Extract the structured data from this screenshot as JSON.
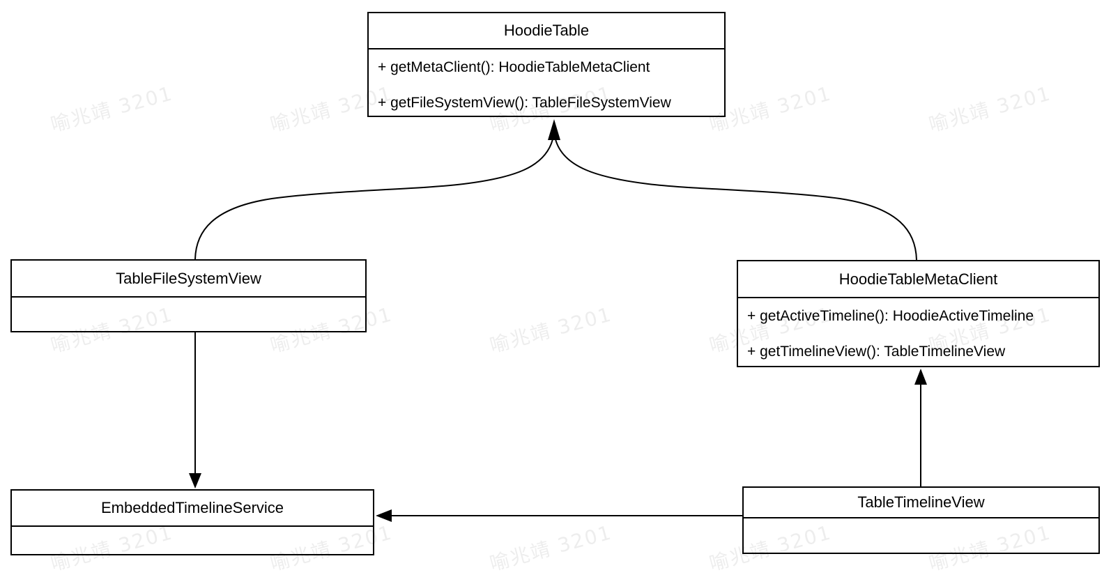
{
  "diagram": {
    "type": "uml-class-diagram",
    "background": "#ffffff",
    "stroke_color": "#000000",
    "text_color": "#000000",
    "watermark": {
      "text": "喻兆靖 3201",
      "color_rgba": "rgba(0,0,0,0.07)"
    },
    "classes": [
      {
        "name": "HoodieTable",
        "methods": [
          "+ getMetaClient(): HoodieTableMetaClient",
          "+ getFileSystemView(): TableFileSystemView"
        ]
      },
      {
        "name": "TableFileSystemView",
        "methods": []
      },
      {
        "name": "HoodieTableMetaClient",
        "methods": [
          "+ getActiveTimeline(): HoodieActiveTimeline",
          "+ getTimelineView(): TableTimelineView"
        ]
      },
      {
        "name": "EmbeddedTimelineService",
        "methods": []
      },
      {
        "name": "TableTimelineView",
        "methods": []
      }
    ],
    "relations": [
      {
        "from": "TableFileSystemView",
        "to": "HoodieTable",
        "style": "curved-arrow"
      },
      {
        "from": "HoodieTableMetaClient",
        "to": "HoodieTable",
        "style": "curved-arrow"
      },
      {
        "from": "TableFileSystemView",
        "to": "EmbeddedTimelineService",
        "style": "straight-arrow"
      },
      {
        "from": "TableTimelineView",
        "to": "HoodieTableMetaClient",
        "style": "straight-arrow"
      },
      {
        "from": "TableTimelineView",
        "to": "EmbeddedTimelineService",
        "style": "straight-arrow"
      }
    ]
  }
}
